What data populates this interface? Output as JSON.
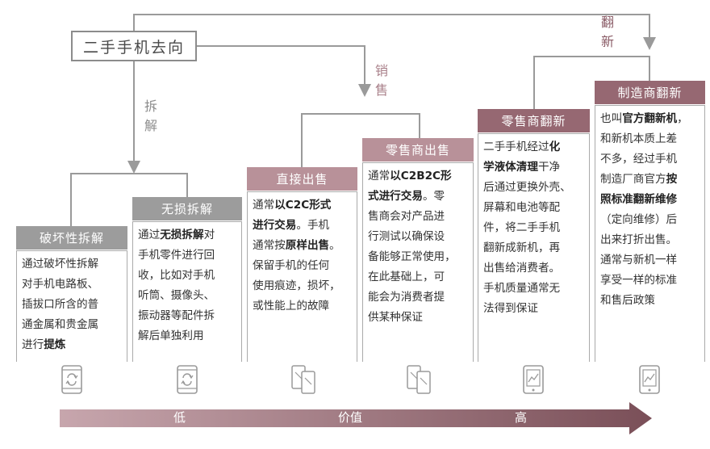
{
  "root": {
    "label": "二手手机去向"
  },
  "branch_labels": {
    "dismantle": [
      "拆",
      "解"
    ],
    "sell": [
      "销",
      "售"
    ],
    "refurbish": [
      "翻",
      "新"
    ]
  },
  "categories": [
    {
      "title": "破坏性拆解",
      "lines": [
        [
          {
            "t": "通过破坏性拆解"
          }
        ],
        [
          {
            "t": "对手机电路板、"
          }
        ],
        [
          {
            "t": "插拔口所含的普"
          }
        ],
        [
          {
            "t": "通金属和贵金属"
          }
        ],
        [
          {
            "t": "进行"
          },
          {
            "t": "提炼",
            "b": true
          }
        ]
      ],
      "icon": "phone-recycle-icon"
    },
    {
      "title": "无损拆解",
      "lines": [
        [
          {
            "t": "通过"
          },
          {
            "t": "无损拆解",
            "b": true
          },
          {
            "t": "对"
          }
        ],
        [
          {
            "t": "手机零件进行回"
          }
        ],
        [
          {
            "t": "收，比如对手机"
          }
        ],
        [
          {
            "t": "听筒、摄像头、"
          }
        ],
        [
          {
            "t": "振动器等配件拆"
          }
        ],
        [
          {
            "t": "解后单独利用"
          }
        ]
      ],
      "icon": "phone-recycle-icon"
    },
    {
      "title": "直接出售",
      "lines": [
        [
          {
            "t": "通常"
          },
          {
            "t": "以C2C形式",
            "b": true
          }
        ],
        [
          {
            "t": "进行交易",
            "b": true
          },
          {
            "t": "。手机"
          }
        ],
        [
          {
            "t": "通常按"
          },
          {
            "t": "原样出售",
            "b": true
          },
          {
            "t": "。"
          }
        ],
        [
          {
            "t": "保留手机的任何"
          }
        ],
        [
          {
            "t": "使用痕迹，损坏，"
          }
        ],
        [
          {
            "t": "或性能上的故障"
          }
        ]
      ],
      "icon": "phones-transfer-icon"
    },
    {
      "title": "零售商出售",
      "lines": [
        [
          {
            "t": "通常"
          },
          {
            "t": "以C2B2C形",
            "b": true
          }
        ],
        [
          {
            "t": "式进行交易",
            "b": true
          },
          {
            "t": "。零"
          }
        ],
        [
          {
            "t": "售商会对产品进"
          }
        ],
        [
          {
            "t": "行测试以确保设"
          }
        ],
        [
          {
            "t": "备能够正常使用，"
          }
        ],
        [
          {
            "t": "在此基础上，可"
          }
        ],
        [
          {
            "t": "能会为消费者提"
          }
        ],
        [
          {
            "t": "供某种保证"
          }
        ]
      ],
      "icon": "phones-transfer-icon"
    },
    {
      "title": "零售商翻新",
      "lines": [
        [
          {
            "t": "二手手机经过"
          },
          {
            "t": "化",
            "b": true
          }
        ],
        [
          {
            "t": "学液体清理",
            "b": true
          },
          {
            "t": "干净"
          }
        ],
        [
          {
            "t": "后通过更换外壳、"
          }
        ],
        [
          {
            "t": "屏幕和电池等配"
          }
        ],
        [
          {
            "t": "件，将二手手机"
          }
        ],
        [
          {
            "t": "翻新成新机，再"
          }
        ],
        [
          {
            "t": "出售给消费者。"
          }
        ],
        [
          {
            "t": "手机质量通常无"
          }
        ],
        [
          {
            "t": "法得到保证"
          }
        ]
      ],
      "icon": "phone-chart-icon"
    },
    {
      "title": "制造商翻新",
      "lines": [
        [
          {
            "t": "也叫"
          },
          {
            "t": "官方翻新机",
            "b": true
          },
          {
            "t": "，"
          }
        ],
        [
          {
            "t": "和新机本质上差"
          }
        ],
        [
          {
            "t": "不多，经过手机"
          }
        ],
        [
          {
            "t": "制造厂商官方"
          },
          {
            "t": "按",
            "b": true
          }
        ],
        [
          {
            "t": "照标准翻新维修",
            "b": true
          }
        ],
        [
          {
            "t": "（定向维修）后"
          }
        ],
        [
          {
            "t": "出来打折出售。"
          }
        ],
        [
          {
            "t": "通常与新机一样"
          }
        ],
        [
          {
            "t": "享受一样的标准"
          }
        ],
        [
          {
            "t": "和售后政策"
          }
        ]
      ],
      "icon": "phone-chart-icon"
    }
  ],
  "value_axis": {
    "low": "低",
    "label": "价值",
    "high": "高"
  }
}
